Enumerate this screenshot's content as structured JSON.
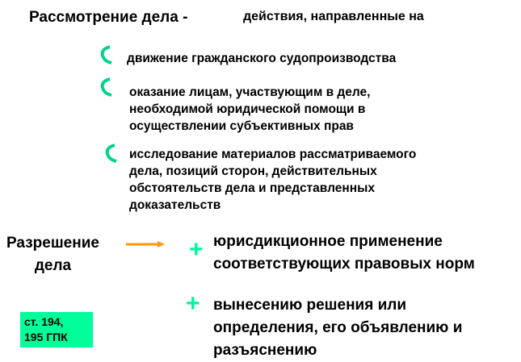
{
  "title": "Рассмотрение дела -",
  "definition_intro": "действия, направленные на",
  "review_items": [
    [
      "движение гражданского судопроизводства"
    ],
    [
      "оказание лицам, участвующим в деле,",
      "необходимой юридической помощи в",
      "осуществлении субъективных прав"
    ],
    [
      "исследование материалов рассматриваемого",
      "дела, позиций сторон, действительных",
      "обстоятельств дела и представленных",
      "доказательств"
    ]
  ],
  "resolution_label": [
    "Разрешение",
    "дела"
  ],
  "resolution_items": [
    [
      "юрисдикционное применение",
      "соответствующих правовых норм"
    ],
    [
      "вынесению решения или",
      "определения, его объявлению и",
      "разъяснению"
    ]
  ],
  "reference": [
    "ст. 194,",
    "195 ГПК"
  ],
  "colors": {
    "accent_green": "#00f59a",
    "arrow": "#ff9900",
    "box": "#00ff99"
  }
}
